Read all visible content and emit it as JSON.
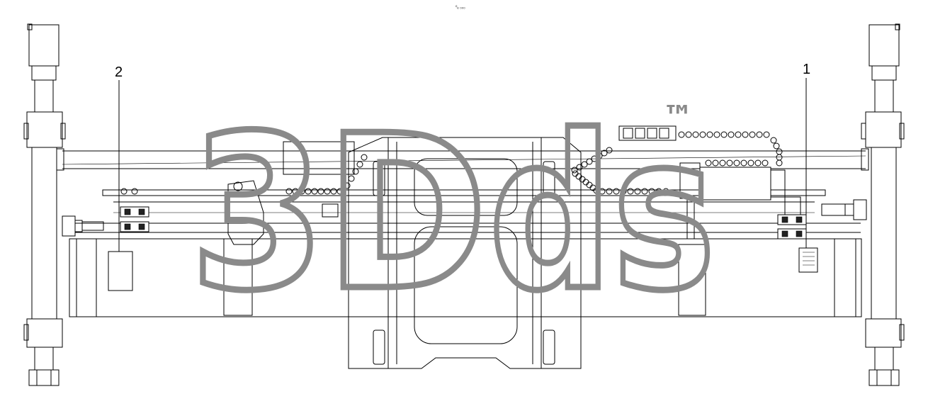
{
  "drawing": {
    "header_code": "⁰ₑ ₀₀₀",
    "callouts": [
      {
        "number": "1"
      },
      {
        "number": "2"
      }
    ]
  },
  "watermark": {
    "text": "3D",
    "text2": "ds",
    "trademark": "™"
  }
}
